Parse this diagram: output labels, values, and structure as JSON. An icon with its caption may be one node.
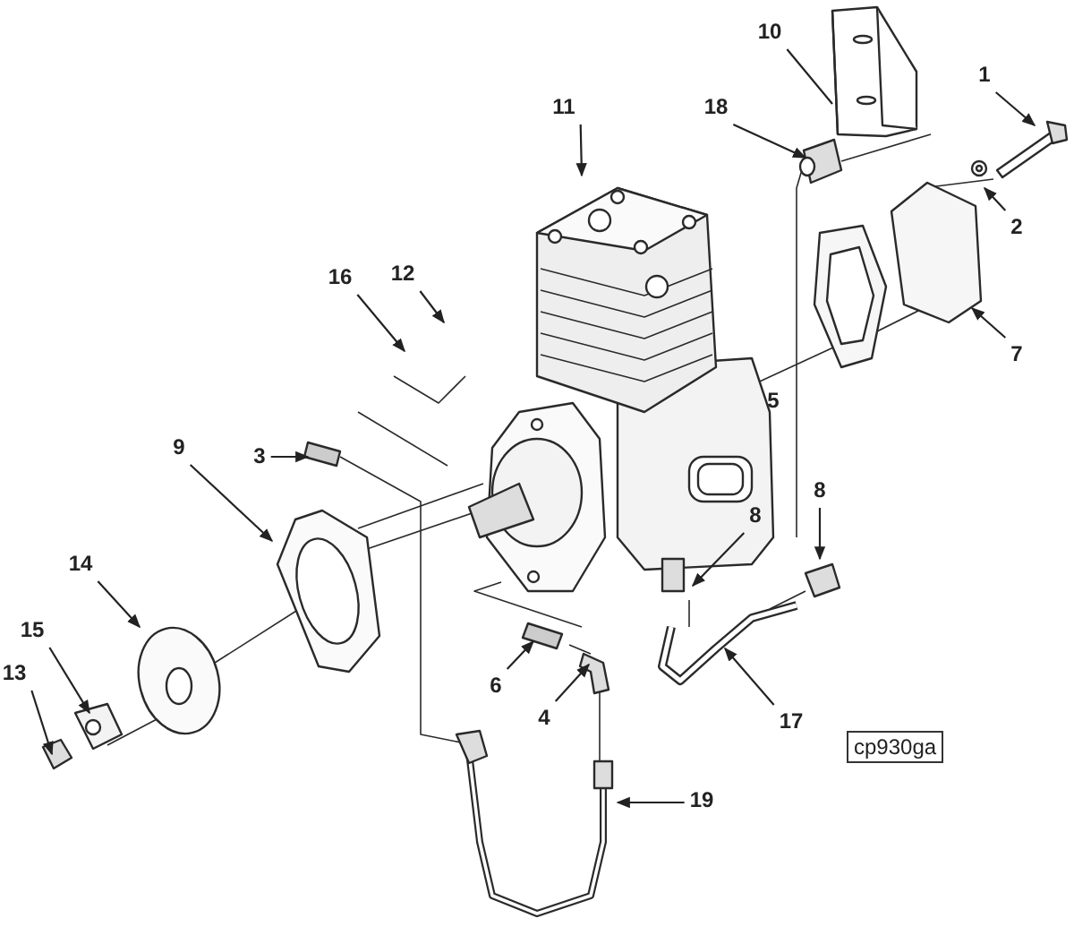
{
  "diagram": {
    "nodes": [
      {
        "text": [
          "10"
        ]
      },
      {
        "text": [
          "1"
        ]
      },
      {
        "text": [
          "11"
        ]
      },
      {
        "text": [
          "18"
        ]
      },
      {
        "text": [
          "2"
        ]
      },
      {
        "text": [
          "16"
        ]
      },
      {
        "text": [
          "12"
        ]
      },
      {
        "text": [
          "7"
        ]
      },
      {
        "text": [
          "3"
        ]
      },
      {
        "text": [
          "9"
        ]
      },
      {
        "text": [
          "8"
        ]
      },
      {
        "text": [
          "8"
        ]
      },
      {
        "text": [
          "14"
        ]
      },
      {
        "text": [
          "15"
        ]
      },
      {
        "text": [
          "6"
        ]
      },
      {
        "text": [
          "13"
        ]
      },
      {
        "text": [
          "4"
        ]
      },
      {
        "text": [
          "17"
        ]
      },
      {
        "text": [
          "cp930ga"
        ]
      },
      {
        "text": [
          "19"
        ]
      }
    ],
    "edges": [
      {
        "from": 0,
        "to": null,
        "arrow": "none"
      },
      {
        "from": 1,
        "to": null,
        "arrow": "to"
      },
      {
        "from": 2,
        "to": null,
        "arrow": "to"
      },
      {
        "from": 3,
        "to": null,
        "arrow": "to"
      },
      {
        "from": 4,
        "to": null,
        "arrow": "to"
      },
      {
        "from": 5,
        "to": null,
        "arrow": "to"
      },
      {
        "from": 6,
        "to": null,
        "arrow": "to"
      },
      {
        "from": 7,
        "to": null,
        "arrow": "to"
      },
      {
        "from": 8,
        "to": null,
        "arrow": "to"
      },
      {
        "from": 9,
        "to": null,
        "arrow": "to"
      },
      {
        "from": 10,
        "to": null,
        "arrow": "to"
      },
      {
        "from": 11,
        "to": null,
        "arrow": "to"
      },
      {
        "from": 12,
        "to": null,
        "arrow": "to"
      },
      {
        "from": 13,
        "to": null,
        "arrow": "to"
      },
      {
        "from": 14,
        "to": null,
        "arrow": "to"
      },
      {
        "from": 15,
        "to": null,
        "arrow": "to"
      },
      {
        "from": 16,
        "to": null,
        "arrow": "to"
      },
      {
        "from": 17,
        "to": null,
        "arrow": "to"
      },
      {
        "from": 19,
        "to": null,
        "arrow": "to"
      }
    ],
    "labels": [
      "5"
    ]
  }
}
